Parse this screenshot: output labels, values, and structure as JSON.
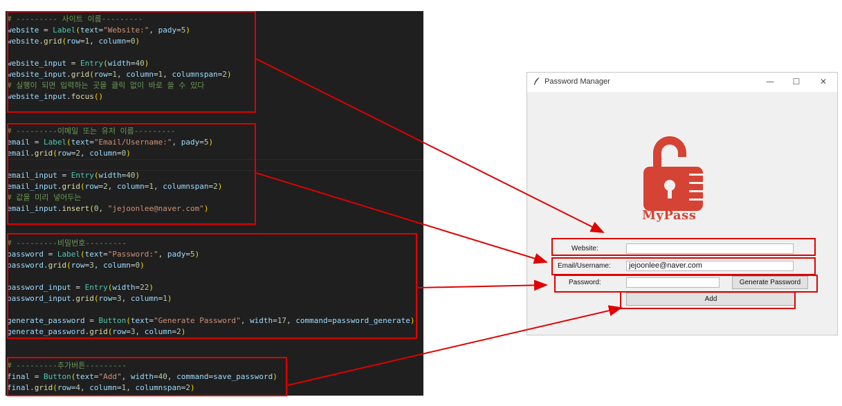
{
  "code": {
    "block1": [
      "# --------- 사이트 이름---------",
      "website = Label(text=\"Website:\", pady=5)",
      "website.grid(row=1, column=0)",
      "",
      "website_input = Entry(width=40)",
      "website_input.grid(row=1, column=1, columnspan=2)",
      "# 실행이 되면 입력하는 곳을 클릭 없이 바로 쓸 수 있다",
      "website_input.focus()"
    ],
    "block2": [
      "# ---------이메일 또는 유저 이름---------",
      "email = Label(text=\"Email/Username:\", pady=5)",
      "email.grid(row=2, column=0)",
      "",
      "email_input = Entry(width=40)",
      "email_input.grid(row=2, column=1, columnspan=2)",
      "# 값을 미리 넣어두는",
      "email_input.insert(0, \"jejoonlee@naver.com\")"
    ],
    "block3": [
      "# ---------비밀번호---------",
      "password = Label(text=\"Password:\", pady=5)",
      "password.grid(row=3, column=0)",
      "",
      "password_input = Entry(width=22)",
      "password_input.grid(row=3, column=1)",
      "",
      "generate_password = Button(text=\"Generate Password\", width=17, command=password_generate)",
      "generate_password.grid(row=3, column=2)"
    ],
    "block4": [
      "# ---------추가버튼---------",
      "final = Button(text=\"Add\", width=40, command=save_password)",
      "final.grid(row=4, column=1, columnspan=2)"
    ]
  },
  "window": {
    "title": "Password Manager",
    "minimize": "—",
    "maximize": "☐",
    "close": "✕",
    "logo_text": "MyPass",
    "website_label": "Website:",
    "website_value": "",
    "email_label": "Email/Username:",
    "email_value": "jejoonlee@naver.com",
    "password_label": "Password:",
    "password_value": "",
    "generate_label": "Generate Password",
    "add_label": "Add"
  },
  "colors": {
    "highlight": "#e00000",
    "logo": "#d44333",
    "editor_bg": "#1f1f1f"
  }
}
